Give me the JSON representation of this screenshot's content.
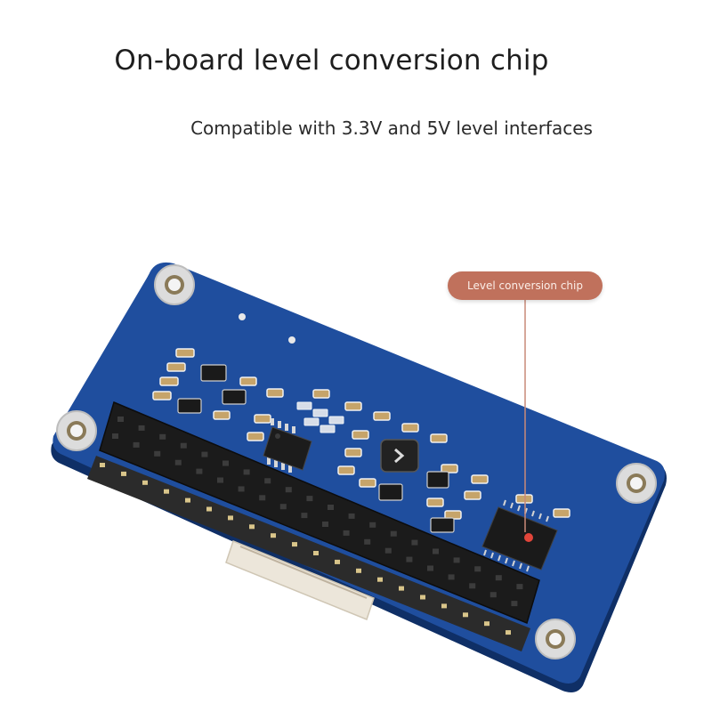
{
  "header": {
    "title": "On-board level conversion chip",
    "subtitle": "Compatible with 3.3V and 5V level interfaces"
  },
  "callout": {
    "label": "Level conversion chip"
  },
  "colors": {
    "board": "#1f4e9e",
    "board_edge": "#10336f",
    "header_pins": "#1b1b1b",
    "callout": "#c0715c",
    "gold_pad": "#d9c58a"
  }
}
